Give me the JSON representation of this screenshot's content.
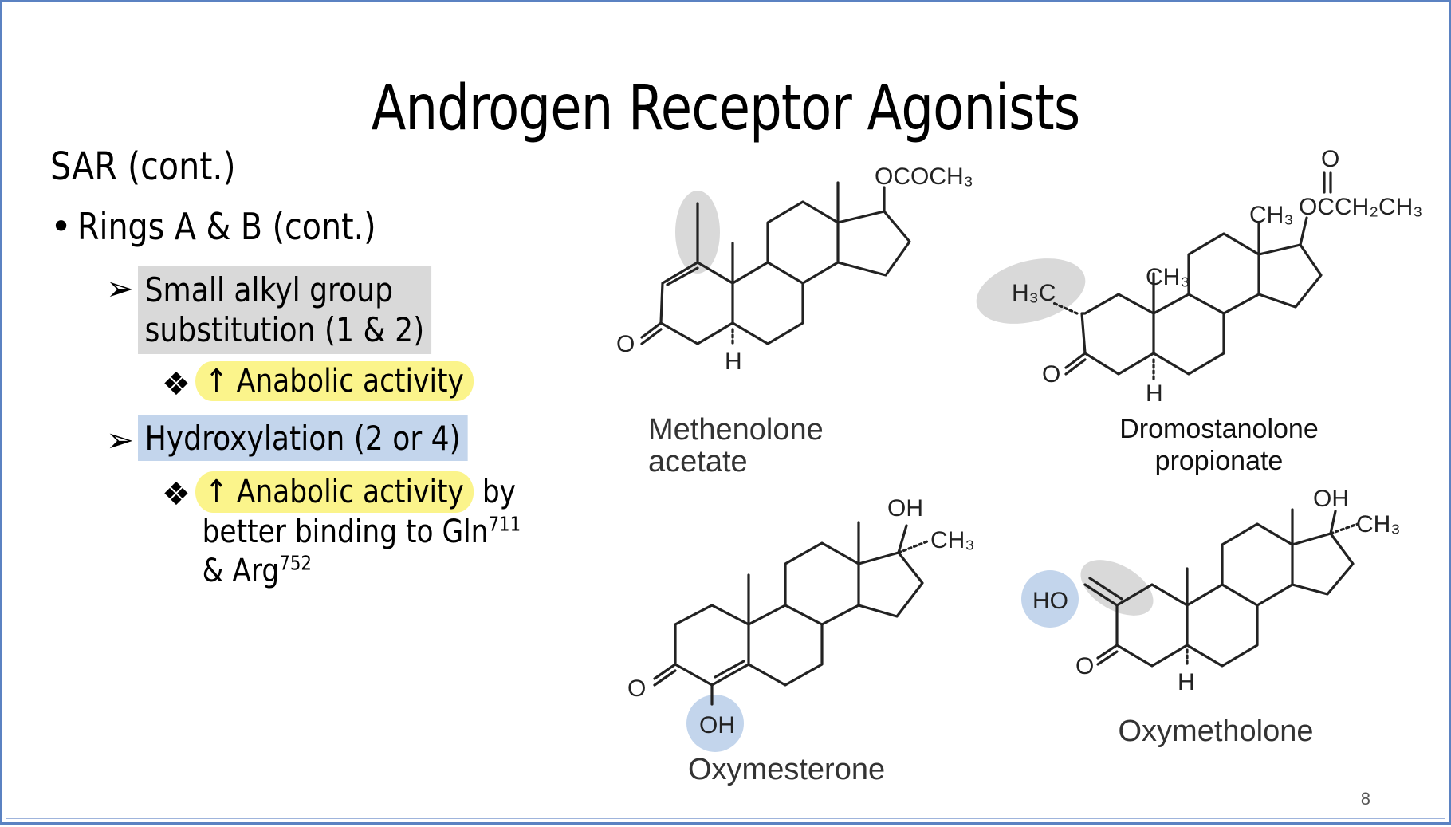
{
  "slide": {
    "title": "Androgen Receptor Agonists",
    "subtitle": "SAR (cont.)",
    "bullet1": "Rings A & B (cont.)",
    "item1_line1": "Small alkyl group",
    "item1_line2": "substitution (1 & 2)",
    "item1_sub": "↑ Anabolic activity",
    "item2": "Hydroxylation (2 or 4)",
    "item2_sub_highlight": "↑ Anabolic activity",
    "item2_sub_rest": " by",
    "item2_line2": "better binding to Gln",
    "item2_line2_sup": "711",
    "item2_line3": "& Arg",
    "item2_line3_sup": "752",
    "page_number": "8"
  },
  "structures": {
    "methenolone": {
      "name_line1": "Methenolone",
      "name_line2": "acetate",
      "label_ester": "OCOCH₃",
      "label_o": "O",
      "label_h": "H"
    },
    "dromostanolone": {
      "name_line1": "Dromostanolone",
      "name_line2": "propionate",
      "label_o_top": "O",
      "label_ester": "OCCH₂CH₃",
      "label_ch3_top": "CH₃",
      "label_ch3_mid": "CH₃",
      "label_h3c": "H₃C",
      "label_o": "O",
      "label_h": "H"
    },
    "oxymesterone": {
      "name": "Oxymesterone",
      "label_oh_top": "OH",
      "label_ch3": "CH₃",
      "label_o": "O",
      "label_oh_bottom": "OH"
    },
    "oxymetholone": {
      "name": "Oxymetholone",
      "label_oh_top": "OH",
      "label_ch3": "CH₃",
      "label_ho": "HO",
      "label_o": "O",
      "label_h": "H"
    }
  },
  "colors": {
    "gray_highlight": "#d9d9d9",
    "blue_highlight": "#c3d5ec",
    "yellow_highlight": "#fbf48b",
    "frame": "#5b82c2"
  }
}
